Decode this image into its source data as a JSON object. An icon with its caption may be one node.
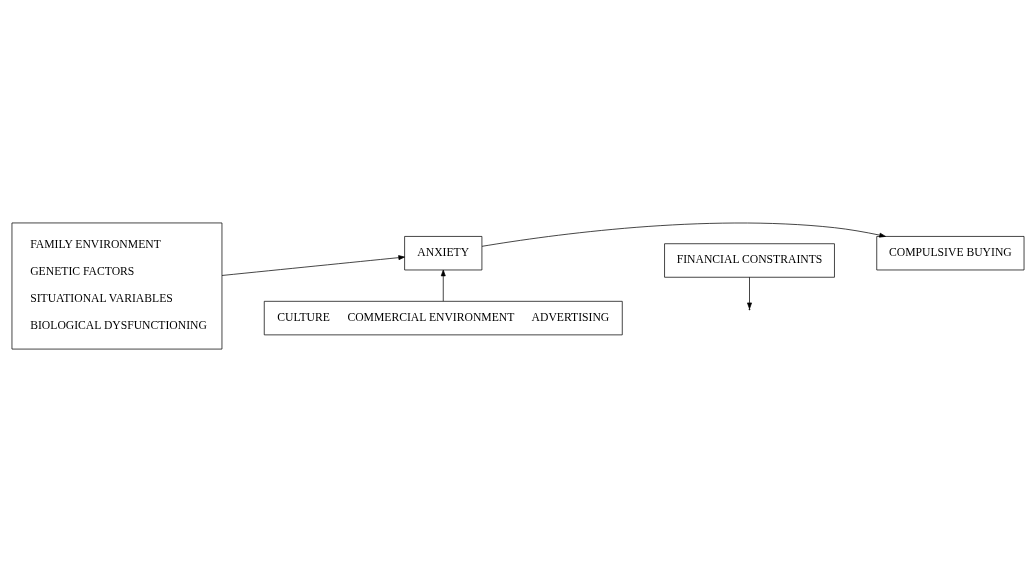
{
  "diagram": {
    "nodes": [
      {
        "text": [
          "FAMILY ENVIRONMENT",
          "GENETIC FACTORS",
          "SITUATIONAL VARIABLES",
          "BIOLOGICAL DYSFUNCTIONING"
        ]
      },
      {
        "text": [
          "ANXIETY"
        ]
      },
      {
        "text": [
          "FINANCIAL CONSTRAINTS"
        ]
      },
      {
        "text": [
          "COMPULSIVE BUYING"
        ]
      },
      {
        "text": [
          "CULTURE",
          "COMMERCIAL ENVIRONMENT",
          "ADVERTISING"
        ]
      }
    ],
    "edges": [
      {
        "from": 0,
        "to": 1,
        "arrow": "to"
      },
      {
        "from": 1,
        "to": 3,
        "arrow": "to"
      },
      {
        "from": 2,
        "to": null,
        "arrow": "to"
      },
      {
        "from": 4,
        "to": 1,
        "arrow": "to"
      }
    ]
  }
}
